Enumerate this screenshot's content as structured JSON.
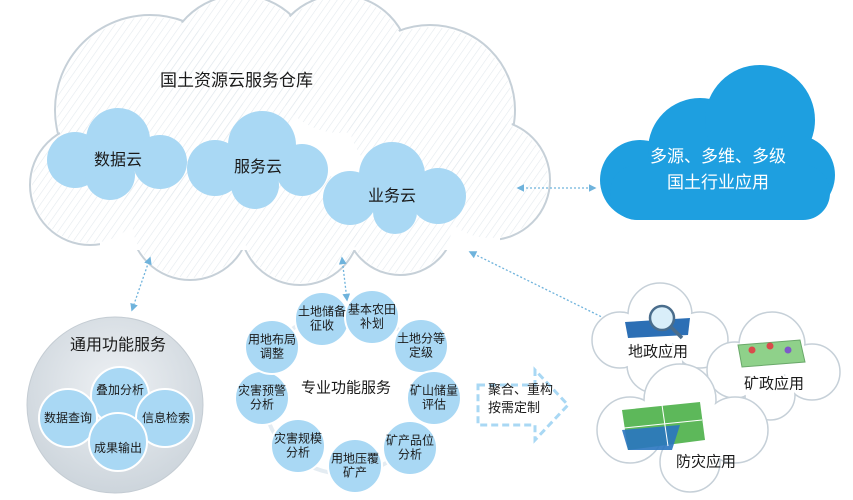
{
  "main_cloud": {
    "title": "国土资源云服务仓库",
    "sub_clouds": [
      "数据云",
      "服务云",
      "业务云"
    ]
  },
  "industry_cloud": {
    "line1": "多源、多维、多级",
    "line2": "国土行业应用"
  },
  "general_services": {
    "title": "通用功能服务",
    "items": [
      "叠加分析",
      "数据查询",
      "信息检索",
      "成果输出"
    ]
  },
  "professional_services": {
    "title": "专业功能服务",
    "items": [
      [
        "土地储备",
        "征收"
      ],
      [
        "基本农田",
        "补划"
      ],
      [
        "土地分等",
        "定级"
      ],
      [
        "矿山储量",
        "评估"
      ],
      [
        "矿产品位",
        "分析"
      ],
      [
        "用地压覆",
        "矿产"
      ],
      [
        "灾害规模",
        "分析"
      ],
      [
        "灾害预警",
        "分析"
      ],
      [
        "用地布局",
        "调整"
      ]
    ]
  },
  "process_arrow": {
    "line1": "聚合、重构",
    "line2": "按需定制"
  },
  "applications": {
    "items": [
      "地政应用",
      "矿政应用",
      "防灾应用"
    ]
  },
  "colors": {
    "light_blue": "#a9d8f4",
    "dark_blue": "#1e9fe0",
    "connector": "#6fb3dc",
    "cloud_outline": "#c6d0d8"
  }
}
